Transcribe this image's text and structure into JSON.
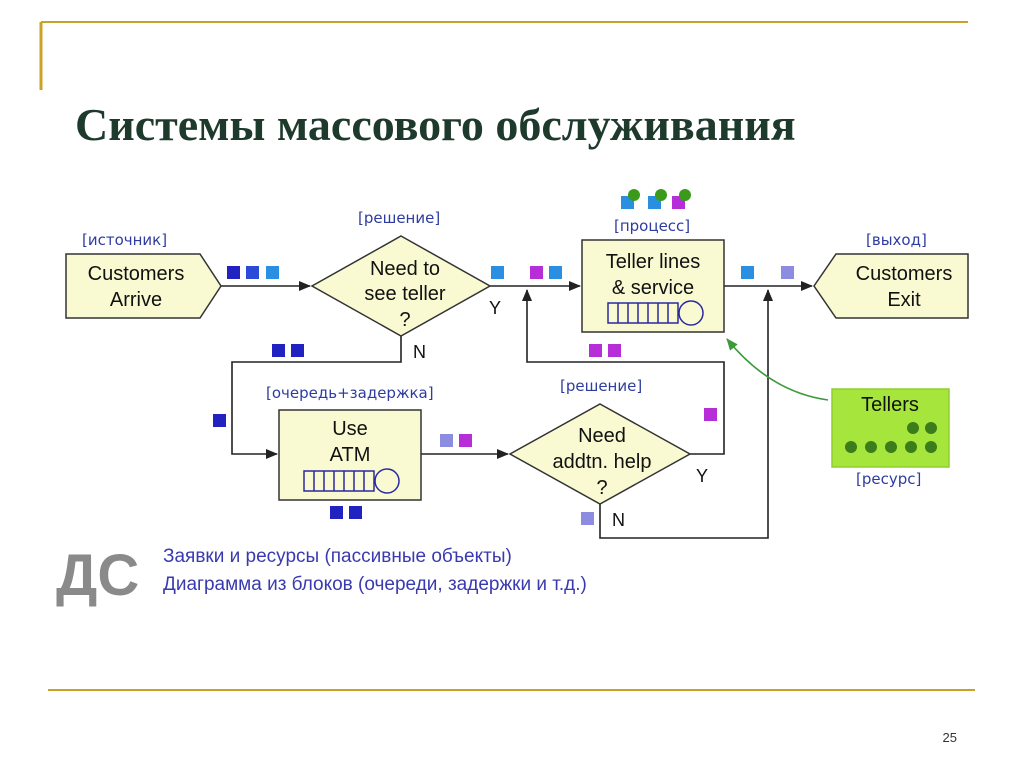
{
  "title": "Системы массового обслуживания",
  "page_number": "25",
  "nodes": {
    "source": {
      "tag": "[источник]",
      "line1": "Customers",
      "line2": "Arrive"
    },
    "decision1": {
      "tag": "[решение]",
      "line1": "Need to",
      "line2": "see teller",
      "line3": "?"
    },
    "process": {
      "tag": "[процесс]",
      "line1": "Teller lines",
      "line2": "& service"
    },
    "exit": {
      "tag": "[выход]",
      "line1": "Customers",
      "line2": "Exit"
    },
    "atm": {
      "tag": "[очередь+задержка]",
      "line1": "Use",
      "line2": "ATM"
    },
    "decision2": {
      "tag": "[решение]",
      "line1": "Need",
      "line2": "addtn. help",
      "line3": "?"
    },
    "resource": {
      "tag": "[ресурс]",
      "line1": "Tellers"
    }
  },
  "branch_labels": {
    "d1_yes": "Y",
    "d1_no": "N",
    "d2_yes": "Y",
    "d2_no": "N"
  },
  "legend": {
    "badge": "ДС",
    "line1": "Заявки и ресурсы (пассивные объекты)",
    "line2": "Диаграмма из блоков (очереди, задержки и т.д.)"
  },
  "colors": {
    "accent_gold": "#c9a227",
    "node_fill": "#fafad2",
    "resource_fill": "#a6e63c",
    "token_blue": "#2c4ad8",
    "token_sky": "#2a8fe0",
    "token_magenta": "#b62ed8",
    "token_lavender": "#8c8ce0",
    "token_navy": "#2222c0",
    "resource_green": "#3a7d1a",
    "arrow_green": "#3c9a3c"
  },
  "icons": {
    "queue": "queue-server-icon",
    "token": "entity-token-icon",
    "resource": "resource-dot-icon"
  }
}
